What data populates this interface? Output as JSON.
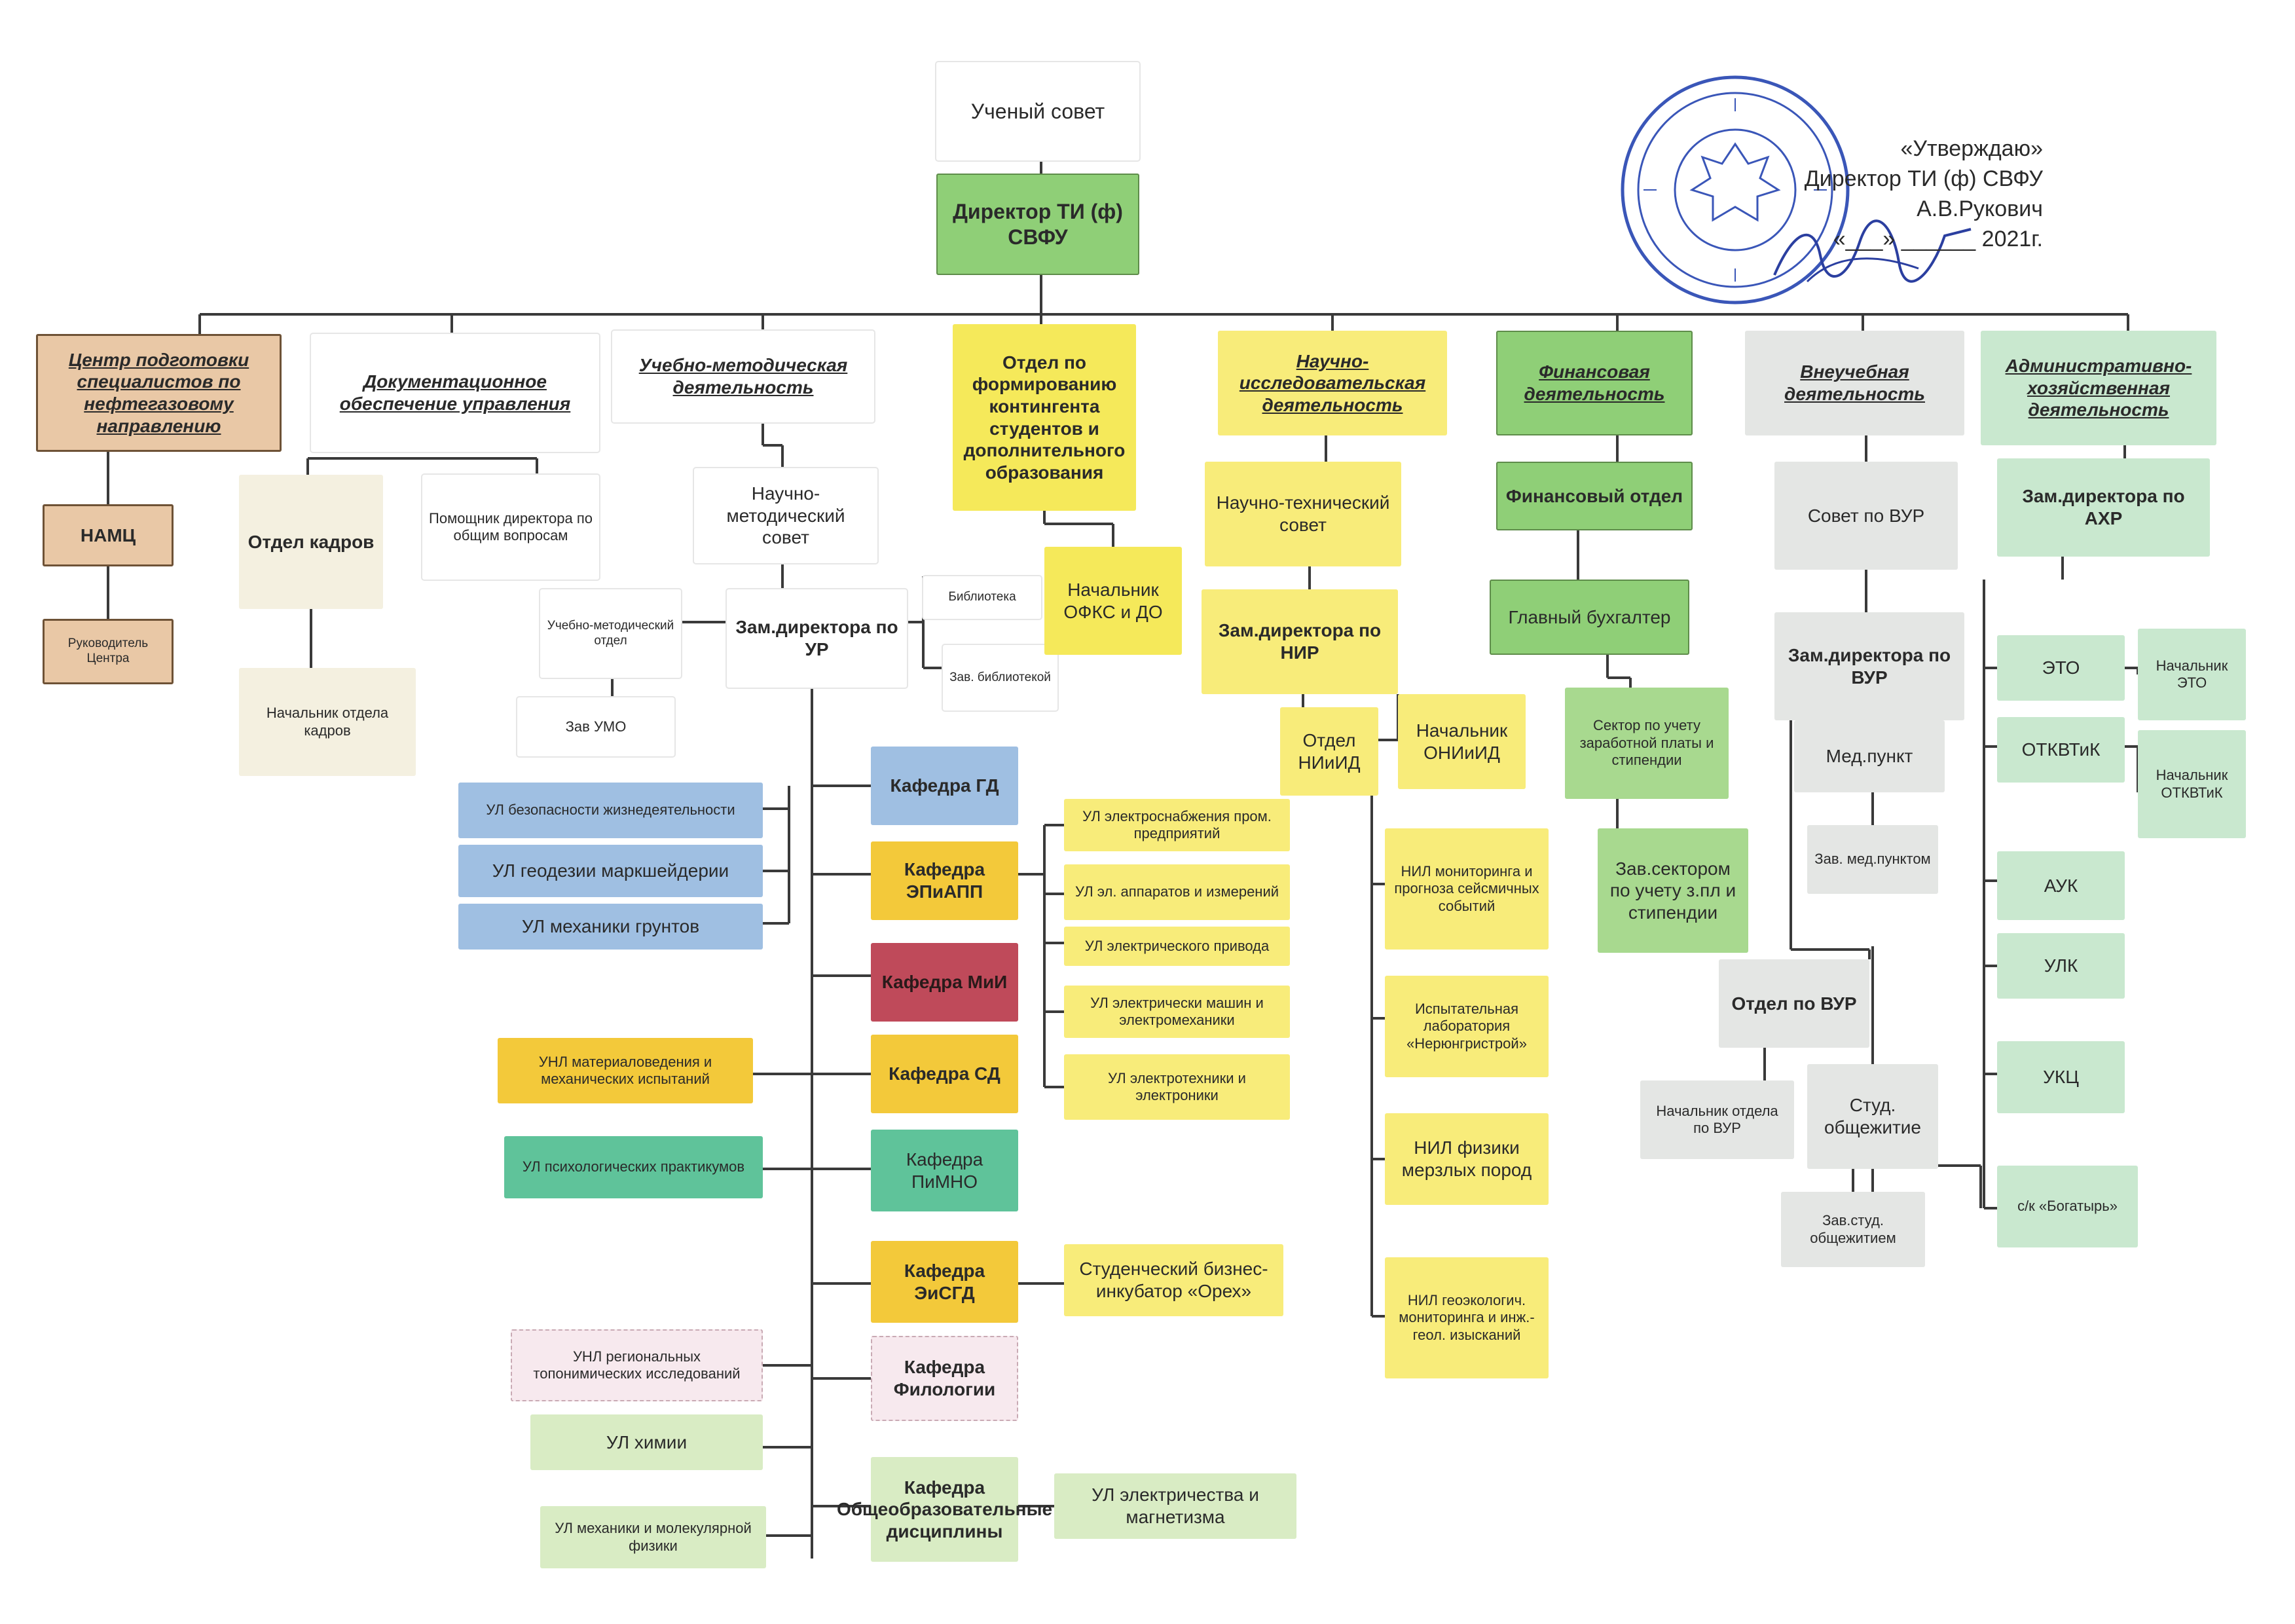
{
  "approval": {
    "line1": "«Утверждаю»",
    "line2": "Директор ТИ (ф) СВФУ",
    "line3": "А.В.Рукович",
    "line4": "«___» ______ 2021г."
  },
  "top": {
    "council": "Ученый совет",
    "director": "Директор ТИ (ф) СВФУ"
  },
  "departments": {
    "center": "Центр подготовки специалистов по нефтегазовому направлению",
    "docs": "Документационное обеспечение управления",
    "edu": "Учебно-методическая деятельность",
    "contingent": "Отдел по формированию контингента студентов и дополнительного образования",
    "research": "Научно-исследовательская деятельность",
    "finance": "Финансовая деятельность",
    "extra": "Внеучебная деятельность",
    "admin": "Административно-хозяйственная деятельность"
  },
  "col1": {
    "namc": "НАМЦ",
    "head": "Руководитель Центра"
  },
  "col2": {
    "hr": "Отдел кадров",
    "hr_head": "Начальник отдела кадров",
    "assistant": "Помощник директора по общим вопросам"
  },
  "col3": {
    "nms": "Научно-методический совет",
    "umo": "Учебно-методический отдел",
    "umo_head": "Зав УМО",
    "deputy": "Зам.директора по УР",
    "library": "Библиотека",
    "library_head": "Зав. библиотекой",
    "chairs": {
      "gd": "Кафедра ГД",
      "epiapp": "Кафедра ЭПиАПП",
      "mii": "Кафедра МиИ",
      "sd": "Кафедра СД",
      "pimno": "Кафедра ПиМНО",
      "eisgd": "Кафедра ЭиСГД",
      "philology": "Кафедра Филологии",
      "general": "Кафедра Общеобразовательные дисциплины"
    },
    "labs_left": {
      "safety": "УЛ безопасности жизнедеятельности",
      "geodesy": "УЛ геодезии маркшейдерии",
      "soil": "УЛ механики грунтов",
      "materials": "УНЛ материаловедения и механических испытаний",
      "psych": "УЛ психологических практикумов",
      "toponym": "УНЛ региональных топонимических исследований",
      "chem": "УЛ химии",
      "molphys": "УЛ механики и молекулярной физики"
    },
    "labs_right": {
      "power": "УЛ электроснабжения пром. предприятий",
      "apparatus": "УЛ эл. аппаратов и измерений",
      "drive": "УЛ электрического привода",
      "machines": "УЛ электрически машин и электромеханики",
      "electronics": "УЛ электротехники и электроники",
      "incubator": "Студенческий бизнес-инкубатор «Орех»",
      "electricity": "УЛ электричества и магнетизма"
    }
  },
  "col4": {
    "head": "Начальник ОФКС и ДО"
  },
  "col5": {
    "ntc": "Научно-технический совет",
    "deputy": "Зам.директора по НИР",
    "niiid": "Отдел НИиИД",
    "oniiid_head": "Начальник ОНИиИД",
    "nil_seismic": "НИЛ мониторинга и прогноза сейсмичных событий",
    "lab_test": "Испытательная лаборатория «Нерюнгристрой»",
    "nil_frozen": "НИЛ физики мерзлых пород",
    "nil_geo": "НИЛ геоэкологич. мониторинга и инж.-геол. изысканий"
  },
  "col6": {
    "fin_dept": "Финансовый отдел",
    "chief_acc": "Главный бухгалтер",
    "sector": "Сектор по учету заработной платы и стипендии",
    "sector_head": "Зав.сектором по учету з.пл и стипендии"
  },
  "col7": {
    "council": "Совет по ВУР",
    "deputy": "Зам.директора по ВУР",
    "med": "Мед.пункт",
    "med_head": "Зав. мед.пунктом",
    "vur_dept": "Отдел по ВУР",
    "vur_head": "Начальник отдела по ВУР",
    "dorm": "Студ. общежитие",
    "dorm_head": "Зав.студ. общежитием"
  },
  "col8": {
    "deputy": "Зам.директора по АХР",
    "eto": "ЭТО",
    "eto_head": "Начальник ЭТО",
    "otkvtik": "ОТКВТиК",
    "otkvtik_head": "Начальник ОТКВТиК",
    "auk": "АУК",
    "ulk": "УЛК",
    "ukc": "УКЦ",
    "sport": "с/к «Богатырь»"
  },
  "colors": {
    "line": "#3a3a3a",
    "yellow": "#f8ec7a",
    "green": "#8fcf77",
    "blue": "#9fbfe2",
    "seal": "#3a56b8"
  }
}
